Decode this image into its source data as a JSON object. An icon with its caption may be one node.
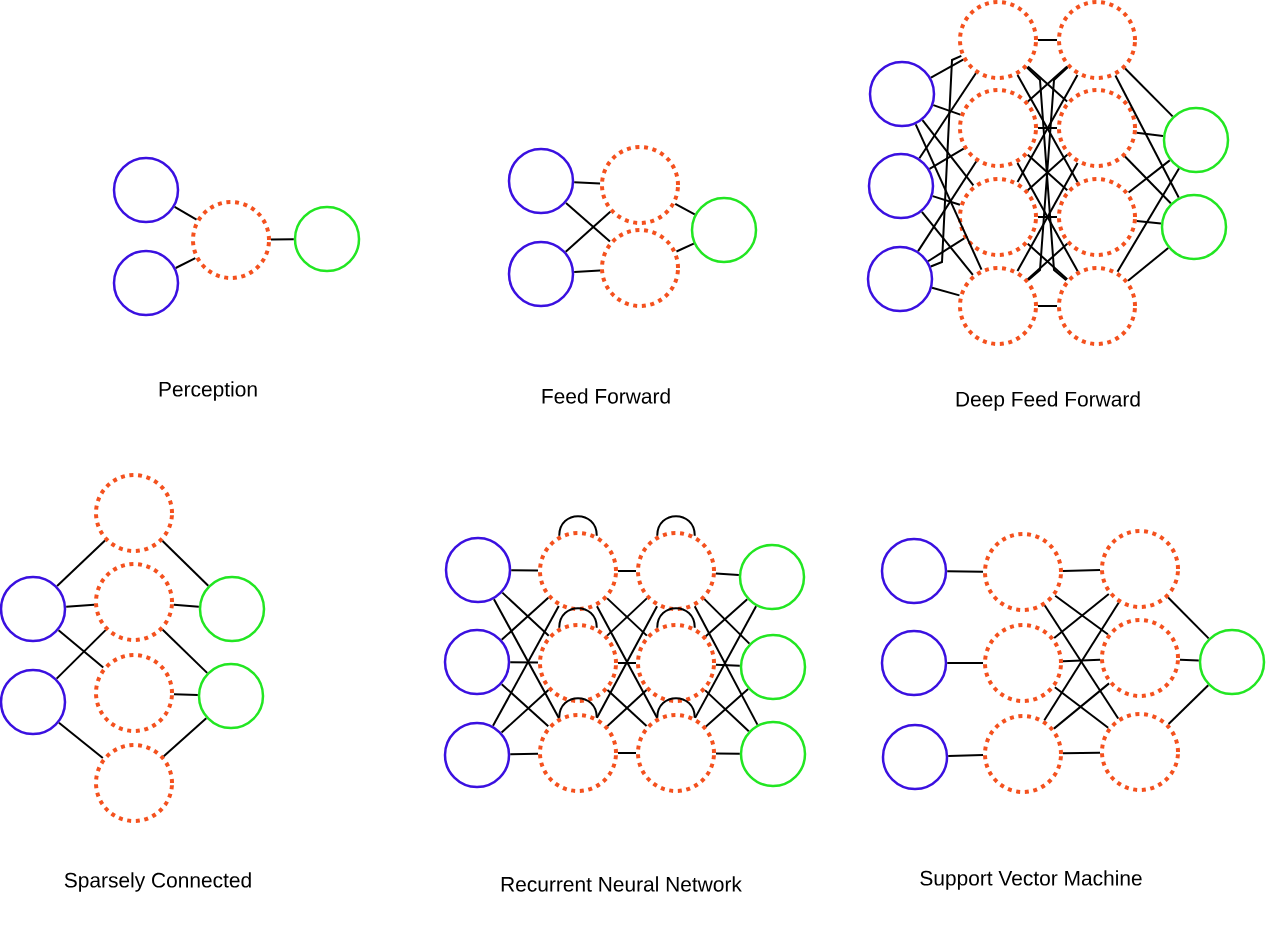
{
  "diagram": {
    "nodes": [
      {
        "text": [],
        "shape": "circle"
      },
      {
        "text": [],
        "shape": "circle"
      },
      {
        "text": [],
        "shape": "circle"
      },
      {
        "text": [],
        "shape": "circle"
      },
      {
        "text": [],
        "shape": "circle"
      },
      {
        "text": [],
        "shape": "circle"
      },
      {
        "text": [],
        "shape": "circle"
      },
      {
        "text": [],
        "shape": "circle"
      },
      {
        "text": [],
        "shape": "circle"
      },
      {
        "text": [],
        "shape": "circle"
      },
      {
        "text": [],
        "shape": "circle"
      },
      {
        "text": [],
        "shape": "circle"
      },
      {
        "text": [],
        "shape": "circle"
      },
      {
        "text": [],
        "shape": "circle"
      },
      {
        "text": [],
        "shape": "circle"
      },
      {
        "text": [],
        "shape": "circle"
      },
      {
        "text": [],
        "shape": "circle"
      },
      {
        "text": [],
        "shape": "circle"
      },
      {
        "text": [],
        "shape": "circle"
      },
      {
        "text": [],
        "shape": "circle"
      },
      {
        "text": [],
        "shape": "circle"
      },
      {
        "text": [],
        "shape": "circle"
      },
      {
        "text": [],
        "shape": "circle"
      },
      {
        "text": [],
        "shape": "circle"
      },
      {
        "text": [],
        "shape": "circle"
      },
      {
        "text": [],
        "shape": "circle"
      },
      {
        "text": [],
        "shape": "circle"
      },
      {
        "text": [],
        "shape": "circle"
      },
      {
        "text": [],
        "shape": "circle"
      },
      {
        "text": [],
        "shape": "circle"
      },
      {
        "text": [],
        "shape": "circle"
      },
      {
        "text": [],
        "shape": "circle"
      },
      {
        "text": [],
        "shape": "circle"
      },
      {
        "text": [],
        "shape": "circle"
      },
      {
        "text": [],
        "shape": "circle"
      },
      {
        "text": [],
        "shape": "circle"
      },
      {
        "text": [],
        "shape": "circle"
      },
      {
        "text": [],
        "shape": "circle"
      },
      {
        "text": [],
        "shape": "circle"
      },
      {
        "text": [],
        "shape": "circle"
      },
      {
        "text": [],
        "shape": "circle"
      },
      {
        "text": [],
        "shape": "circle"
      },
      {
        "text": [],
        "shape": "circle"
      },
      {
        "text": [],
        "shape": "circle"
      },
      {
        "text": [],
        "shape": "circle"
      },
      {
        "text": [],
        "shape": "circle"
      },
      {
        "text": [],
        "shape": "circle"
      },
      {
        "text": [],
        "shape": "circle"
      },
      {
        "text": [],
        "shape": "circle"
      },
      {
        "text": [],
        "shape": "circle"
      },
      {
        "text": [],
        "shape": "circle"
      },
      {
        "text": [],
        "shape": "circle"
      }
    ],
    "edges": [
      {
        "from": 0,
        "to": 2,
        "arrow": "none"
      },
      {
        "from": 1,
        "to": 2,
        "arrow": "none"
      },
      {
        "from": 2,
        "to": 3,
        "arrow": "none"
      },
      {
        "from": 4,
        "to": 6,
        "arrow": "none"
      },
      {
        "from": 4,
        "to": 7,
        "arrow": "none"
      },
      {
        "from": 5,
        "to": 6,
        "arrow": "none"
      },
      {
        "from": 5,
        "to": 7,
        "arrow": "none"
      },
      {
        "from": 6,
        "to": 8,
        "arrow": "none"
      },
      {
        "from": 7,
        "to": 8,
        "arrow": "none"
      },
      {
        "from": 9,
        "to": 12,
        "arrow": "none"
      },
      {
        "from": 9,
        "to": 13,
        "arrow": "none"
      },
      {
        "from": 9,
        "to": 14,
        "arrow": "none"
      },
      {
        "from": 9,
        "to": 15,
        "arrow": "none"
      },
      {
        "from": 10,
        "to": 12,
        "arrow": "none"
      },
      {
        "from": 10,
        "to": 13,
        "arrow": "none"
      },
      {
        "from": 10,
        "to": 14,
        "arrow": "none"
      },
      {
        "from": 10,
        "to": 15,
        "arrow": "none"
      },
      {
        "from": 11,
        "to": 12,
        "arrow": "none"
      },
      {
        "from": 11,
        "to": 13,
        "arrow": "none"
      },
      {
        "from": 11,
        "to": 14,
        "arrow": "none"
      },
      {
        "from": 11,
        "to": 15,
        "arrow": "none"
      },
      {
        "from": 12,
        "to": 16,
        "arrow": "none"
      },
      {
        "from": 12,
        "to": 17,
        "arrow": "none"
      },
      {
        "from": 12,
        "to": 18,
        "arrow": "none"
      },
      {
        "from": 12,
        "to": 19,
        "arrow": "none"
      },
      {
        "from": 13,
        "to": 16,
        "arrow": "none"
      },
      {
        "from": 13,
        "to": 17,
        "arrow": "none"
      },
      {
        "from": 13,
        "to": 18,
        "arrow": "none"
      },
      {
        "from": 13,
        "to": 19,
        "arrow": "none"
      },
      {
        "from": 14,
        "to": 16,
        "arrow": "none"
      },
      {
        "from": 14,
        "to": 17,
        "arrow": "none"
      },
      {
        "from": 14,
        "to": 18,
        "arrow": "none"
      },
      {
        "from": 14,
        "to": 19,
        "arrow": "none"
      },
      {
        "from": 15,
        "to": 16,
        "arrow": "none"
      },
      {
        "from": 15,
        "to": 17,
        "arrow": "none"
      },
      {
        "from": 15,
        "to": 18,
        "arrow": "none"
      },
      {
        "from": 15,
        "to": 19,
        "arrow": "none"
      },
      {
        "from": 16,
        "to": 20,
        "arrow": "none"
      },
      {
        "from": 16,
        "to": 21,
        "arrow": "none"
      },
      {
        "from": 17,
        "to": 20,
        "arrow": "none"
      },
      {
        "from": 17,
        "to": 21,
        "arrow": "none"
      },
      {
        "from": 18,
        "to": 20,
        "arrow": "none"
      },
      {
        "from": 18,
        "to": 21,
        "arrow": "none"
      },
      {
        "from": 19,
        "to": 20,
        "arrow": "none"
      },
      {
        "from": 19,
        "to": 21,
        "arrow": "none"
      },
      {
        "from": 22,
        "to": 24,
        "arrow": "none"
      },
      {
        "from": 22,
        "to": 25,
        "arrow": "none"
      },
      {
        "from": 22,
        "to": 26,
        "arrow": "none"
      },
      {
        "from": 23,
        "to": 25,
        "arrow": "none"
      },
      {
        "from": 23,
        "to": 27,
        "arrow": "none"
      },
      {
        "from": 24,
        "to": 28,
        "arrow": "none"
      },
      {
        "from": 25,
        "to": 28,
        "arrow": "none"
      },
      {
        "from": 25,
        "to": 29,
        "arrow": "none"
      },
      {
        "from": 26,
        "to": 29,
        "arrow": "none"
      },
      {
        "from": 27,
        "to": 29,
        "arrow": "none"
      },
      {
        "from": 30,
        "to": 33,
        "arrow": "none"
      },
      {
        "from": 30,
        "to": 34,
        "arrow": "none"
      },
      {
        "from": 30,
        "to": 35,
        "arrow": "none"
      },
      {
        "from": 31,
        "to": 33,
        "arrow": "none"
      },
      {
        "from": 31,
        "to": 34,
        "arrow": "none"
      },
      {
        "from": 31,
        "to": 35,
        "arrow": "none"
      },
      {
        "from": 32,
        "to": 33,
        "arrow": "none"
      },
      {
        "from": 32,
        "to": 34,
        "arrow": "none"
      },
      {
        "from": 32,
        "to": 35,
        "arrow": "none"
      },
      {
        "from": 33,
        "to": 36,
        "arrow": "none"
      },
      {
        "from": 33,
        "to": 37,
        "arrow": "none"
      },
      {
        "from": 33,
        "to": 38,
        "arrow": "none"
      },
      {
        "from": 34,
        "to": 36,
        "arrow": "none"
      },
      {
        "from": 34,
        "to": 37,
        "arrow": "none"
      },
      {
        "from": 34,
        "to": 38,
        "arrow": "none"
      },
      {
        "from": 35,
        "to": 36,
        "arrow": "none"
      },
      {
        "from": 35,
        "to": 37,
        "arrow": "none"
      },
      {
        "from": 35,
        "to": 38,
        "arrow": "none"
      },
      {
        "from": 36,
        "to": 39,
        "arrow": "none"
      },
      {
        "from": 36,
        "to": 40,
        "arrow": "none"
      },
      {
        "from": 36,
        "to": 41,
        "arrow": "none"
      },
      {
        "from": 37,
        "to": 39,
        "arrow": "none"
      },
      {
        "from": 37,
        "to": 40,
        "arrow": "none"
      },
      {
        "from": 37,
        "to": 41,
        "arrow": "none"
      },
      {
        "from": 38,
        "to": 39,
        "arrow": "none"
      },
      {
        "from": 38,
        "to": 40,
        "arrow": "none"
      },
      {
        "from": 38,
        "to": 41,
        "arrow": "none"
      },
      {
        "from": 33,
        "to": 33,
        "arrow": "none"
      },
      {
        "from": 34,
        "to": 34,
        "arrow": "none"
      },
      {
        "from": 35,
        "to": 35,
        "arrow": "none"
      },
      {
        "from": 36,
        "to": 36,
        "arrow": "none"
      },
      {
        "from": 37,
        "to": 37,
        "arrow": "none"
      },
      {
        "from": 38,
        "to": 38,
        "arrow": "none"
      },
      {
        "from": 42,
        "to": 45,
        "arrow": "none"
      },
      {
        "from": 43,
        "to": 46,
        "arrow": "none"
      },
      {
        "from": 44,
        "to": 47,
        "arrow": "none"
      },
      {
        "from": 45,
        "to": 48,
        "arrow": "none"
      },
      {
        "from": 45,
        "to": 49,
        "arrow": "none"
      },
      {
        "from": 45,
        "to": 50,
        "arrow": "none"
      },
      {
        "from": 46,
        "to": 48,
        "arrow": "none"
      },
      {
        "from": 46,
        "to": 49,
        "arrow": "none"
      },
      {
        "from": 46,
        "to": 50,
        "arrow": "none"
      },
      {
        "from": 47,
        "to": 48,
        "arrow": "none"
      },
      {
        "from": 47,
        "to": 49,
        "arrow": "none"
      },
      {
        "from": 47,
        "to": 50,
        "arrow": "none"
      },
      {
        "from": 48,
        "to": 51,
        "arrow": "none"
      },
      {
        "from": 49,
        "to": 51,
        "arrow": "none"
      },
      {
        "from": 50,
        "to": 51,
        "arrow": "none"
      }
    ],
    "labels": [
      "Perception",
      "Feed Forward",
      "Deep Feed Forward",
      "Sparsely Connected",
      "Recurrent Neural Network",
      "Support Vector Machine"
    ]
  }
}
